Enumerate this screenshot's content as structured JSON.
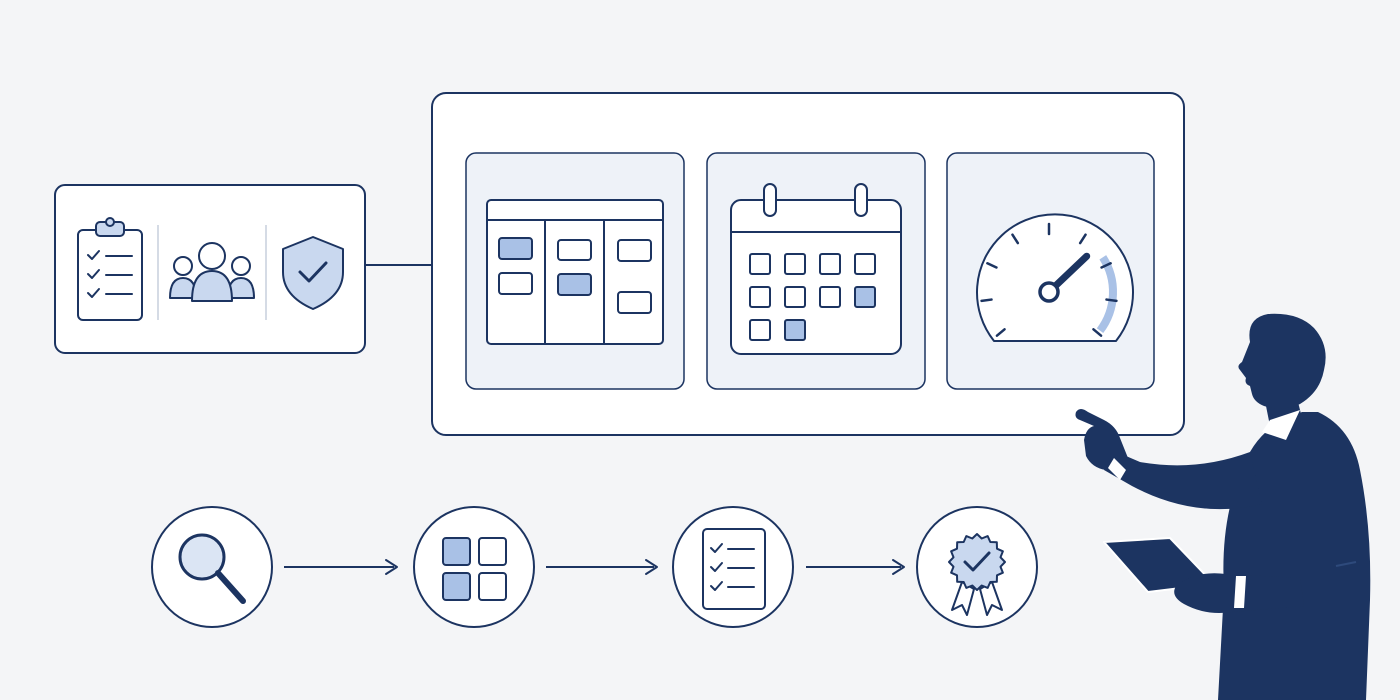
{
  "colors": {
    "background": "#f4f5f7",
    "navy": "#1c3461",
    "panel_fill": "#ffffff",
    "tile_fill": "#eef2f8",
    "accent": "#a9c1e6",
    "accent_soft": "#dbe5f4"
  },
  "left_card": {
    "icons": [
      "clipboard-checklist-icon",
      "team-icon",
      "shield-check-icon"
    ]
  },
  "dashboard": {
    "tiles": [
      "kanban-board-icon",
      "calendar-icon",
      "speedometer-gauge-icon"
    ],
    "calendar_highlighted_days": [
      8,
      10
    ],
    "gauge_level": 0.8
  },
  "process_flow": {
    "steps": [
      "search-icon",
      "grid-modules-icon",
      "checklist-document-icon",
      "certified-badge-icon"
    ]
  },
  "presenter": {
    "icons": [
      "presenter-silhouette-icon",
      "tablet-icon"
    ]
  }
}
